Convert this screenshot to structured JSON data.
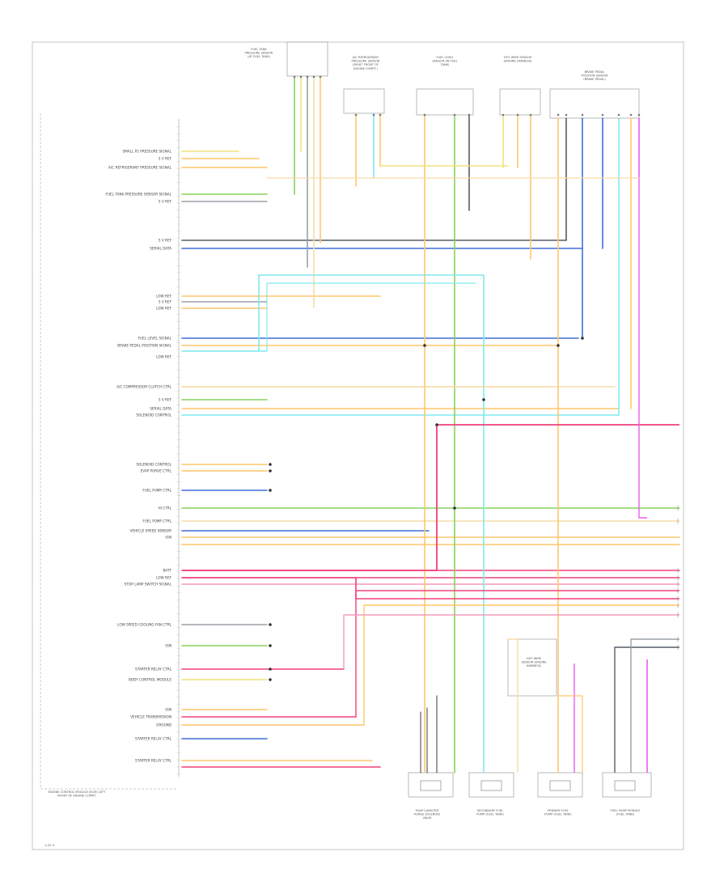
{
  "ecm_label": "ENGINE CONTROL MODULE (ECM) LEFT FRONT OF ENGINE COMPT.",
  "page_id": "1-OF-3",
  "components": [
    {
      "key": "fuel_tank_pressure_sensor",
      "text": "FUEL TANK PRESSURE SENSOR (AT FUEL TANK)"
    },
    {
      "key": "ac_refrig_pressure_sensor",
      "text": "A/C REFRIGERANT PRESSURE SENSOR (RIGHT FRONT OF ENGINE COMPT.)"
    },
    {
      "key": "fuel_level_sensor",
      "text": "FUEL LEVEL SENSOR (IN FUEL TANK)"
    },
    {
      "key": "hot_wire_sensor",
      "text": "HOT WIRE SENSOR (ENGINE HARNESS)"
    },
    {
      "key": "brake_pedal_sensor",
      "text": "BRAKE PEDAL POSITION SENSOR (BRAKE PEDAL)"
    },
    {
      "key": "evap_canister_purge",
      "text": "EVAP CANISTER PURGE SOLENOID VALVE"
    },
    {
      "key": "secondary_fuel_pump",
      "text": "SECONDARY FUEL PUMP (FUEL TANK)"
    },
    {
      "key": "primary_fuel_pump",
      "text": "PRIMARY FUEL PUMP (FUEL TANK)"
    },
    {
      "key": "fuel_pump_module",
      "text": "FUEL PUMP MODULE (FUEL TANK)"
    }
  ],
  "pin_labels": [
    "SMALL P2 PRESSURE SIGNAL",
    "5 V REF",
    "A/C REFRIGERANT PRESSURE SIGNAL",
    "FUEL TANK PRESSURE SENSOR SIGNAL",
    "5 V REF",
    "5 V REF",
    "SERIAL DATA",
    "LOW REF",
    "5 V REF",
    "LOW REF",
    "FUEL LEVEL SIGNAL",
    "BRAKE PEDAL POSITION SIGNAL",
    "LOW REF",
    "A/C COMPRESSOR CLUTCH CTRL",
    "5 V REF",
    "SERIAL DATA",
    "SOLENOID CONTROL",
    "SOLENOID CONTROL",
    "EVAP PURGE CTRL",
    "FUEL PUMP CTRL",
    "HI CTRL",
    "FUEL PUMP CTRL",
    "VEHICLE SPEED SENSOR",
    "IGN",
    "BATT",
    "LOW REF",
    "STOP LAMP SWITCH SIGNAL",
    "LOW SPEED COOLING FAN CTRL",
    "IGN",
    "STARTER RELAY CTRL",
    "BODY CONTROL MODULE",
    "IGN",
    "VEHICLE TRANSMISSION",
    "GROUND",
    "STARTER RELAY CTRL",
    "STARTER RELAY CTRL"
  ],
  "wire_colors": {
    "orange": "#ffc66a",
    "yellow": "#f2e27a",
    "green": "#86d35a",
    "blue": "#3e6fd8",
    "cyan": "#7fe9ee",
    "red": "#f0407a",
    "magenta": "#ea5cf0",
    "gray": "#9aa0a8",
    "tan": "#f7dca9",
    "pink": "#f69abb",
    "darkgray": "#555d66",
    "frame": "#b8b8b8"
  }
}
